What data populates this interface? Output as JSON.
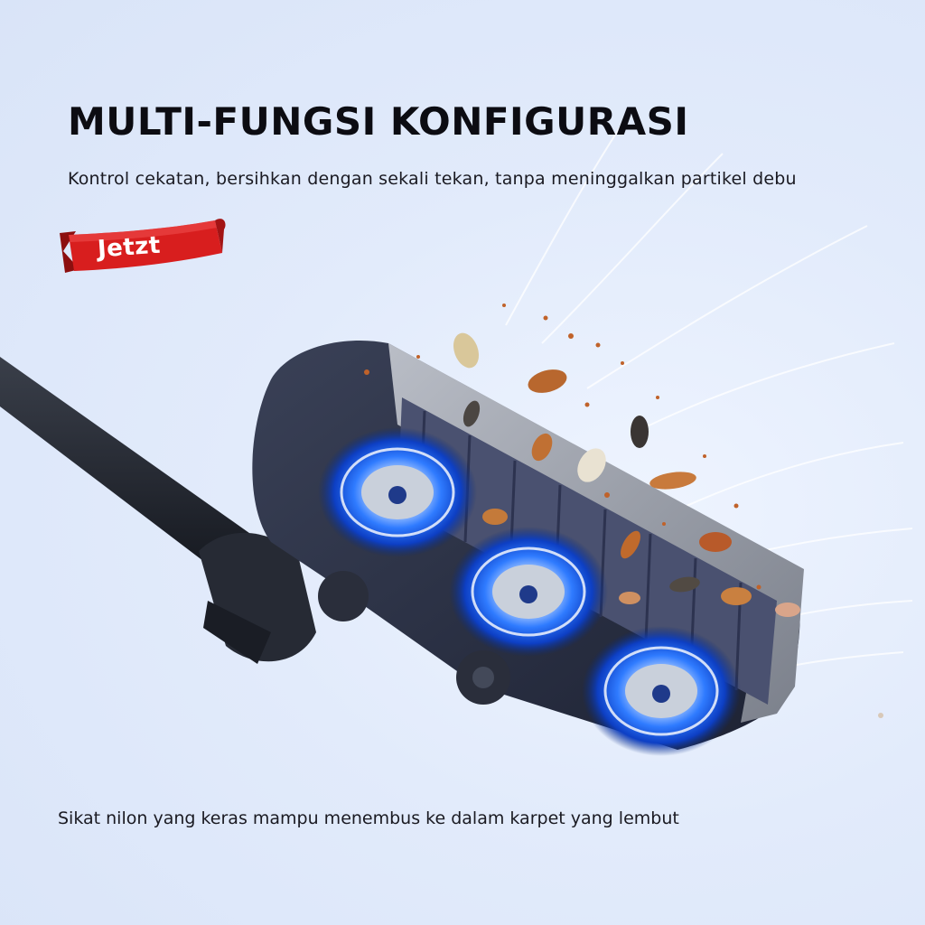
{
  "headline": "MULTI-FUNGSI KONFIGURASI",
  "subheadline": "Kontrol cekatan, bersihkan dengan sekali tekan, tanpa meninggalkan partikel debu",
  "badge": {
    "label": "Jetzt",
    "color": "#d81e1e"
  },
  "caption": "Sikat nilon yang keras mampu menembus ke dalam karpet yang lembut",
  "colors": {
    "accent_glow": "#2f7bff",
    "body_dark": "#2b3145",
    "brush_grey": "#8a8f99"
  },
  "image": {
    "subject": "vacuum-cleaner-brush-head",
    "rollers": 3
  }
}
